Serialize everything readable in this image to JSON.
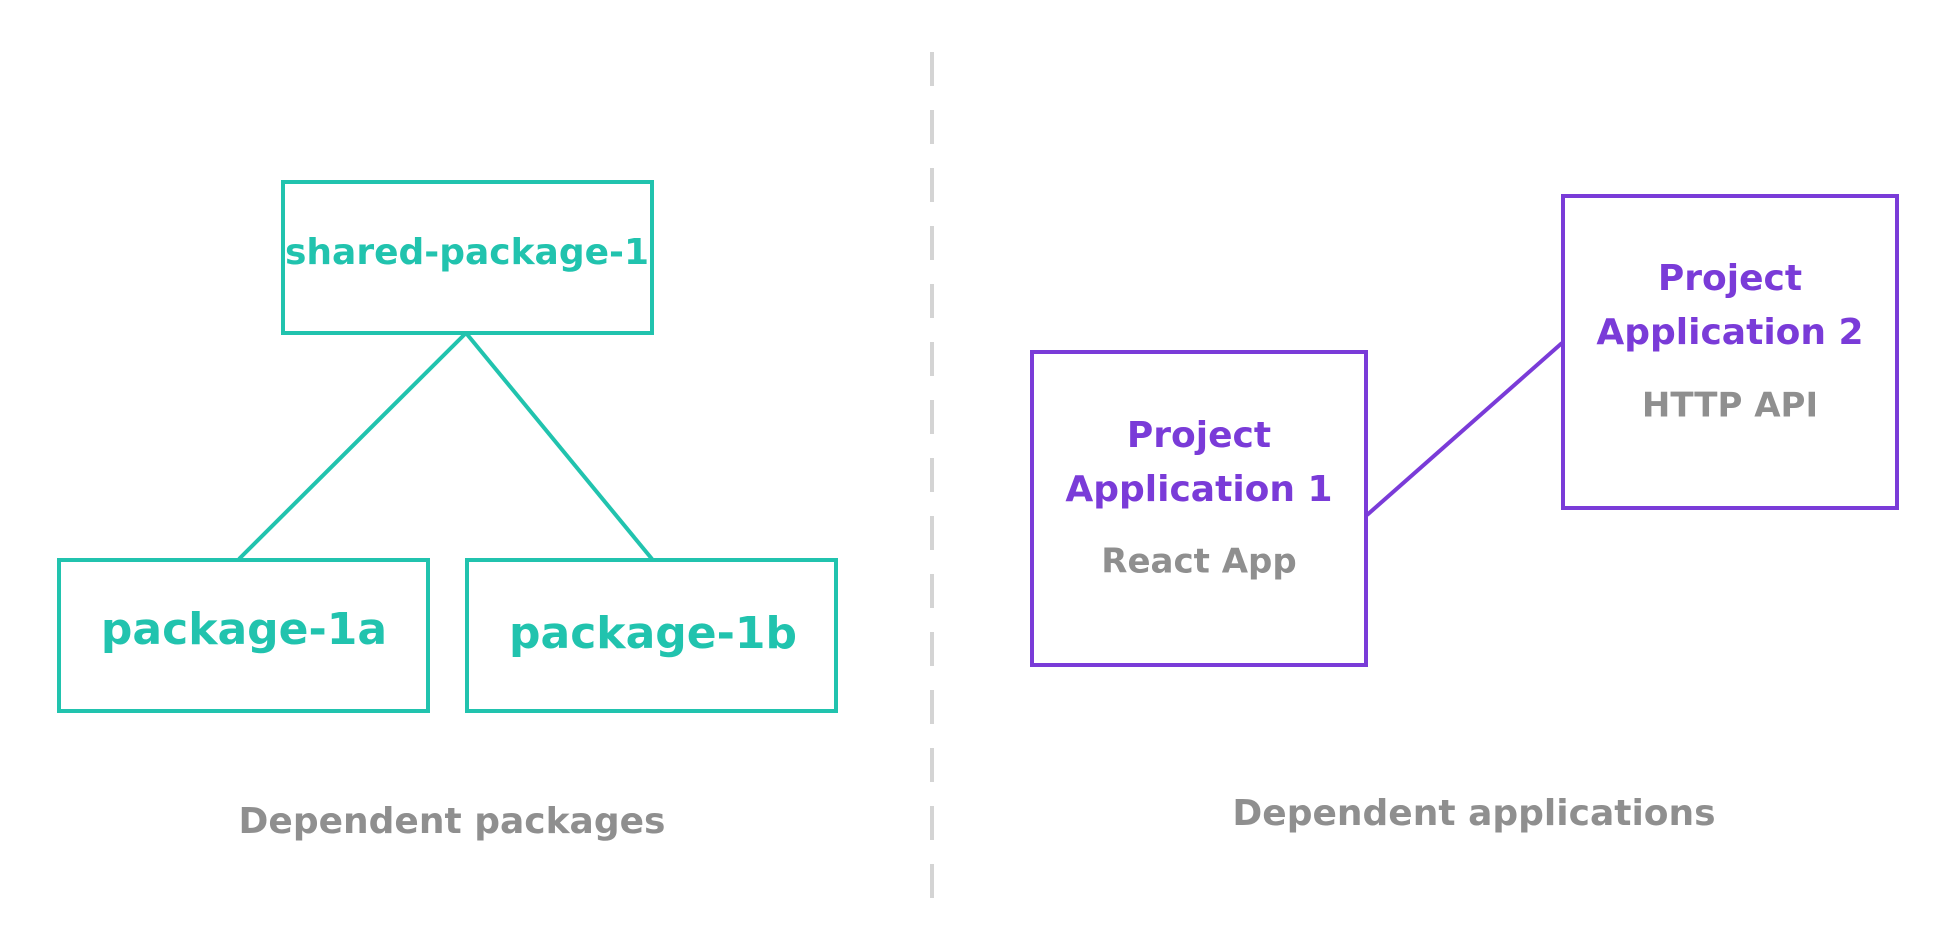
{
  "colors": {
    "package": "#21c3ae",
    "application": "#7a3bd8",
    "muted_text": "#8f8f8f",
    "divider": "#d4d4d4"
  },
  "packages": {
    "root": {
      "label": "shared-package-1"
    },
    "child_a": {
      "label": "package-1a"
    },
    "child_b": {
      "label": "package-1b"
    },
    "caption": "Dependent packages"
  },
  "applications": {
    "app1": {
      "title_line1": "Project",
      "title_line2": "Application 1",
      "subtitle": "React App"
    },
    "app2": {
      "title_line1": "Project",
      "title_line2": "Application 2",
      "subtitle": "HTTP API"
    },
    "caption": "Dependent applications"
  }
}
